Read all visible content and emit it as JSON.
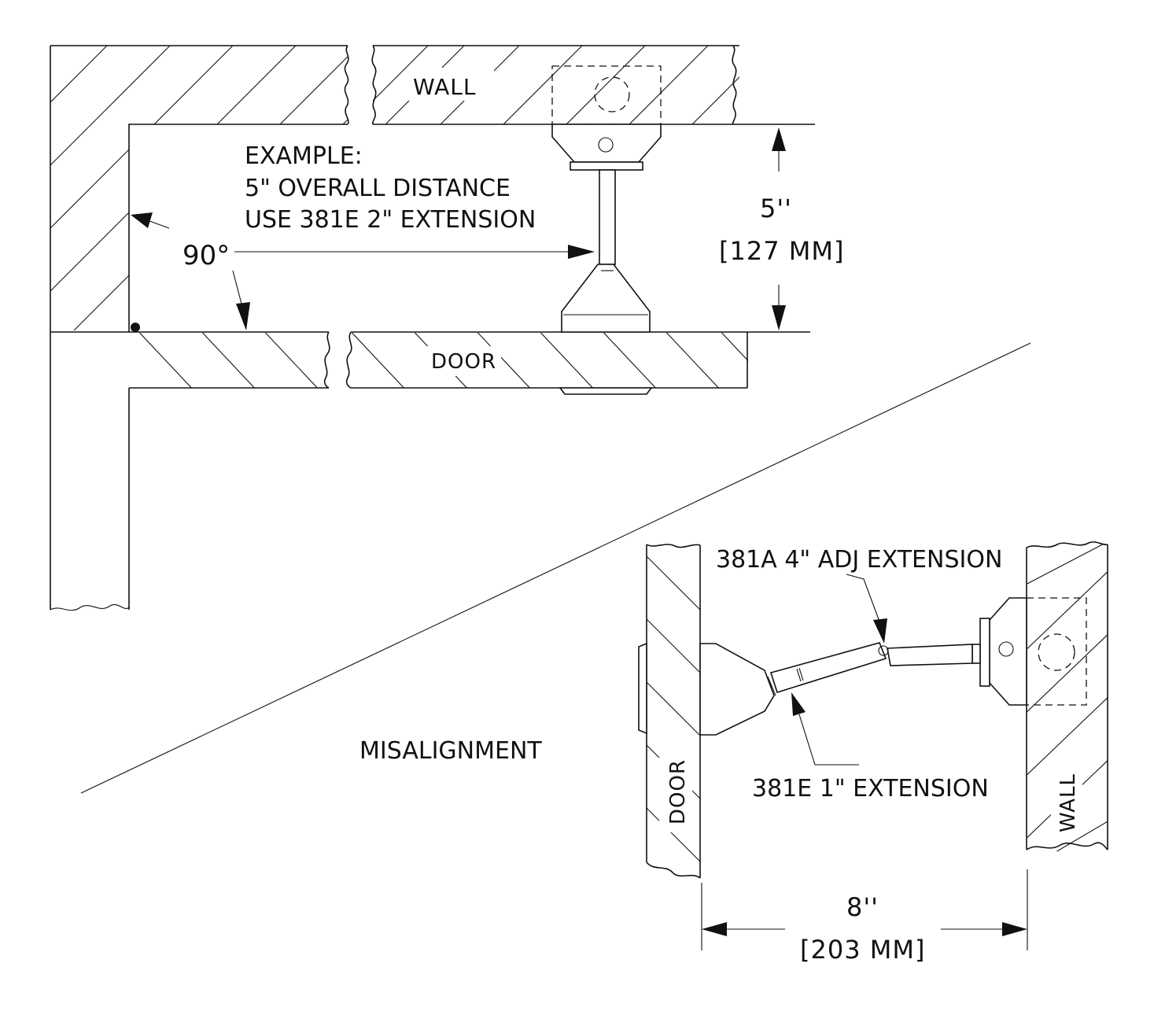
{
  "top_view": {
    "wall_label": "WALL",
    "door_label": "DOOR",
    "example_lines": [
      "EXAMPLE:",
      "5\" OVERALL DISTANCE",
      "USE 381E 2\" EXTENSION"
    ],
    "angle_label": "90°",
    "dimension_inches": "5''",
    "dimension_mm": "[127 MM]"
  },
  "bottom_view": {
    "section_label": "MISALIGNMENT",
    "adj_extension_label": "381A 4\" ADJ EXTENSION",
    "extension_label": "381E 1\" EXTENSION",
    "door_label": "DOOR",
    "wall_label": "WALL",
    "dimension_inches": "8''",
    "dimension_mm": "[203 MM]"
  }
}
